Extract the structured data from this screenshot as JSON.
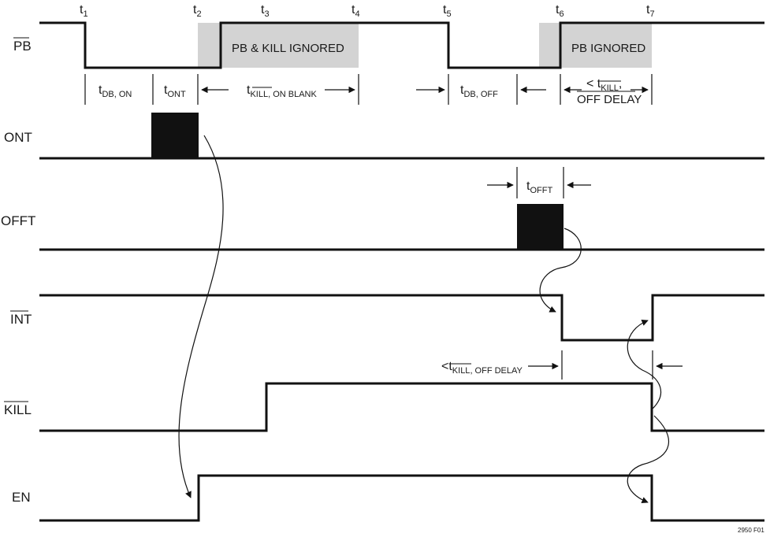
{
  "diagram": {
    "time_markers": [
      {
        "base": "t",
        "sub": "1"
      },
      {
        "base": "t",
        "sub": "2"
      },
      {
        "base": "t",
        "sub": "3"
      },
      {
        "base": "t",
        "sub": "4"
      },
      {
        "base": "t",
        "sub": "5"
      },
      {
        "base": "t",
        "sub": "6"
      },
      {
        "base": "t",
        "sub": "7"
      }
    ],
    "signals": [
      {
        "name": "PB",
        "overbar": true
      },
      {
        "name": "ONT",
        "overbar": false
      },
      {
        "name": "OFFT",
        "overbar": false
      },
      {
        "name": "INT",
        "overbar": true
      },
      {
        "name": "KILL",
        "overbar": true
      },
      {
        "name": "EN",
        "overbar": false
      }
    ],
    "ignored_regions": [
      {
        "parts": [
          "PB",
          " & ",
          "KILL",
          " IGNORED"
        ]
      },
      {
        "parts": [
          "PB",
          " IGNORED"
        ]
      }
    ],
    "intervals": {
      "t_db_on": {
        "base": "t",
        "sub": "DB, ON"
      },
      "t_ont": {
        "base": "t",
        "sub": "ONT"
      },
      "t_kill_on_blank": {
        "base": "t",
        "sub_bar": "KILL",
        "sub": ", ON BLANK"
      },
      "t_db_off": {
        "base": "t",
        "sub": "DB, OFF"
      },
      "t_kill_off_delay_top": {
        "prefix": "< t",
        "sub_bar": "KILL",
        "suffix": ",",
        "line2": "OFF DELAY"
      },
      "t_offt": {
        "base": "t",
        "sub": "OFFT"
      },
      "t_kill_off_delay_mid": {
        "prefix": "<t",
        "sub_bar": "KILL",
        "sub": ", OFF DELAY"
      }
    },
    "figure_id": "2950 F01",
    "colors": {
      "waveform": "#111111",
      "ignored_shade": "#d3d3d3",
      "pulse_fill": "#111111",
      "background": "#ffffff"
    }
  }
}
